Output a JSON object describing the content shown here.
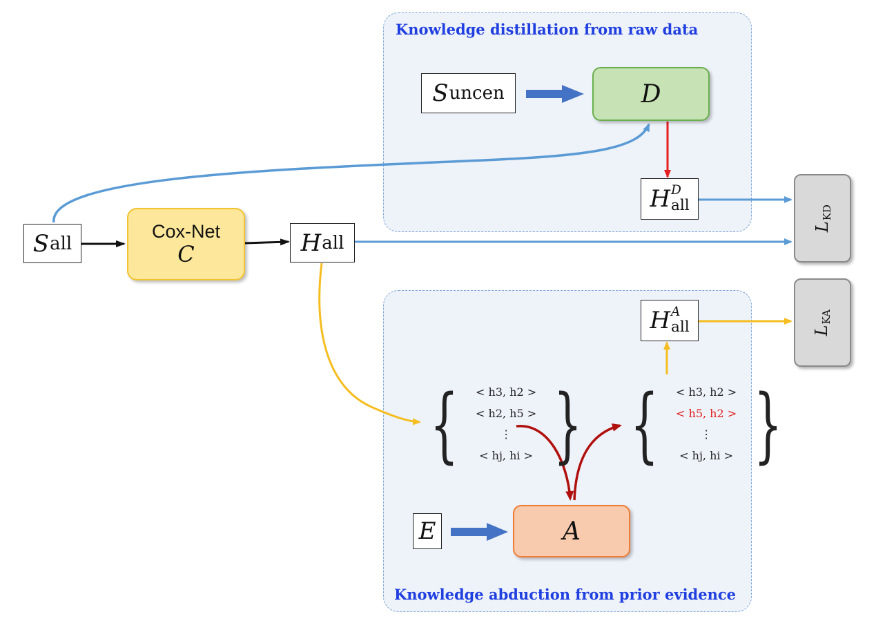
{
  "panels": {
    "distillation_title": "Knowledge distillation from raw data",
    "abduction_title": "Knowledge abduction from prior evidence"
  },
  "nodes": {
    "s_uncen": {
      "main": "S",
      "sub": "uncen"
    },
    "d": {
      "main": "D"
    },
    "h_all_d": {
      "main": "H",
      "sup": "D",
      "sub": "all"
    },
    "s_all": {
      "main": "S",
      "sub": "all"
    },
    "coxnet": {
      "title": "Cox-Net",
      "symbol": "C"
    },
    "h_all": {
      "main": "H",
      "sub": "all"
    },
    "h_all_a": {
      "main": "H",
      "sup": "A",
      "sub": "all"
    },
    "e": {
      "main": "E"
    },
    "a": {
      "main": "A"
    },
    "l_kd": {
      "main": "L",
      "sub": "KD"
    },
    "l_ka": {
      "main": "L",
      "sub": "KA"
    }
  },
  "pair_sets": {
    "left": {
      "open_brace": "{",
      "close_brace": "}",
      "items": [
        "< h3, h2 >",
        "< h2, h5 >",
        "⋮",
        "< hj, hi >"
      ]
    },
    "right": {
      "open_brace": "{",
      "close_brace": "}",
      "items": [
        "< h3, h2 >",
        "< h5, h2 >",
        "⋮",
        "< hj, hi >"
      ]
    }
  },
  "colors": {
    "blue_edge": "#5b9bd5",
    "yellow_edge": "#f5bd1f",
    "red_edge": "#e51e1e",
    "dark_red_edge": "#b0100d",
    "black_edge": "#111111",
    "block_arrow": "#4472c4",
    "panel_title": "#1f3fe0",
    "highlight_pair": "#e01b1b"
  }
}
